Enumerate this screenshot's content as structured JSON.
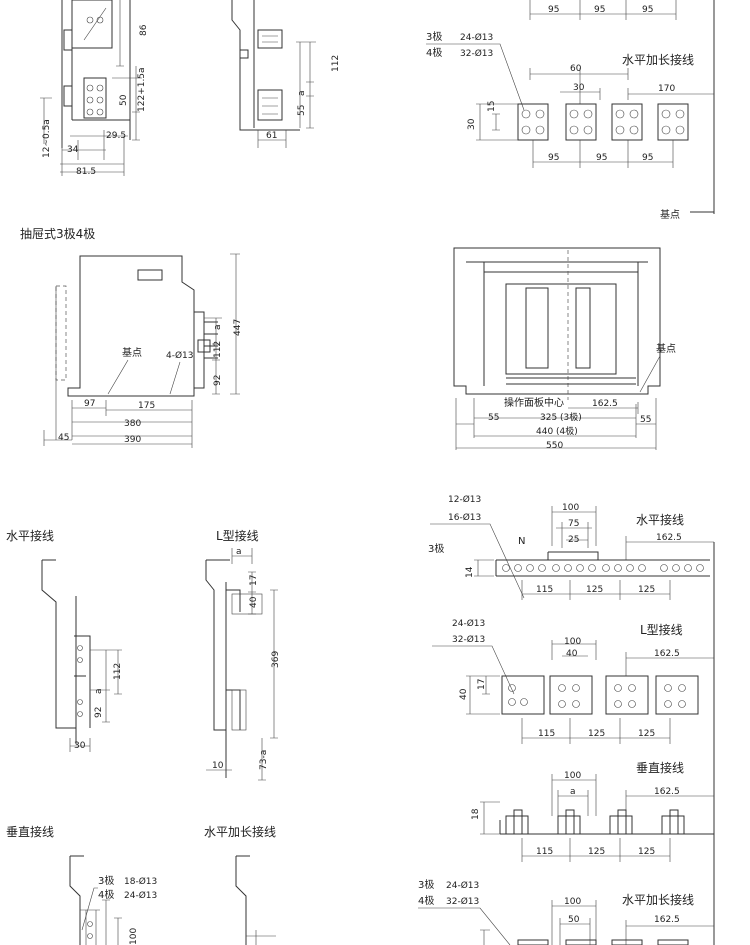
{
  "labels": {
    "drawer_3p4p": "抽屉式3极4极",
    "horizontal": "水平接线",
    "l_type": "L型接线",
    "vertical": "垂直接线",
    "horizontal_ext": "水平加长接线",
    "datum": "基点",
    "panel_center": "操作面板中心",
    "pole3": "3极",
    "pole4": "4极",
    "n_pole": "N"
  },
  "holes": {
    "h24": "24-Ø13",
    "h32": "32-Ø13",
    "h12": "12-Ø13",
    "h16": "16-Ø13",
    "h18": "18-Ø13",
    "h4": "4-Ø13"
  },
  "dims": {
    "d95": "95",
    "d86": "86",
    "d112": "112",
    "d122": "122+1.5a",
    "d50": "50",
    "d12": "12~0.5a",
    "d29": "29.5",
    "d34": "34",
    "d81": "81.5",
    "d61": "61",
    "d55": "55",
    "a": "a",
    "d60": "60",
    "d30": "30",
    "d170": "170",
    "d15": "15",
    "d447": "447",
    "d92": "92",
    "d97": "97",
    "d175": "175",
    "d380": "380",
    "d390": "390",
    "d45": "45",
    "d162": "162.5",
    "d325": "325 (3极)",
    "d440": "440 (4极)",
    "d550": "550",
    "d100": "100",
    "d75": "75",
    "d25": "25",
    "d14": "14",
    "d115": "115",
    "d125": "125",
    "d40": "40",
    "d17": "17",
    "d369": "369",
    "d10": "10",
    "d73": "73-a",
    "d18": "18"
  }
}
